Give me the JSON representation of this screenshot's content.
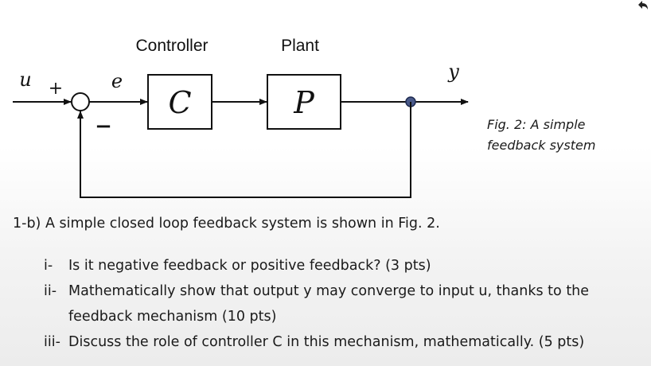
{
  "figure": {
    "controller_label": "Controller",
    "plant_label": "Plant",
    "input_var": "u",
    "plus_sign": "+",
    "minus_sign": "−",
    "error_var": "e",
    "controller_symbol": "C",
    "plant_symbol": "P",
    "output_var": "y",
    "caption_line1": "Fig. 2: A simple",
    "caption_line2": "feedback system"
  },
  "problem": {
    "intro": "1-b) A simple closed loop feedback system is shown in Fig. 2.",
    "questions": [
      {
        "num": "i-",
        "text": "Is it negative feedback or positive feedback? (3 pts)"
      },
      {
        "num": "ii-",
        "text": "Mathematically show that output y may converge to input u, thanks to the feedback mechanism (10 pts)"
      },
      {
        "num": "iii-",
        "text": "Discuss the role of controller C in this mechanism, mathematically. (5 pts)"
      }
    ]
  },
  "colors": {
    "line": "#111111",
    "junction": "#4a5a8a",
    "text": "#1a1a1a"
  },
  "icons": {
    "corner": "undo-arrow-icon"
  }
}
